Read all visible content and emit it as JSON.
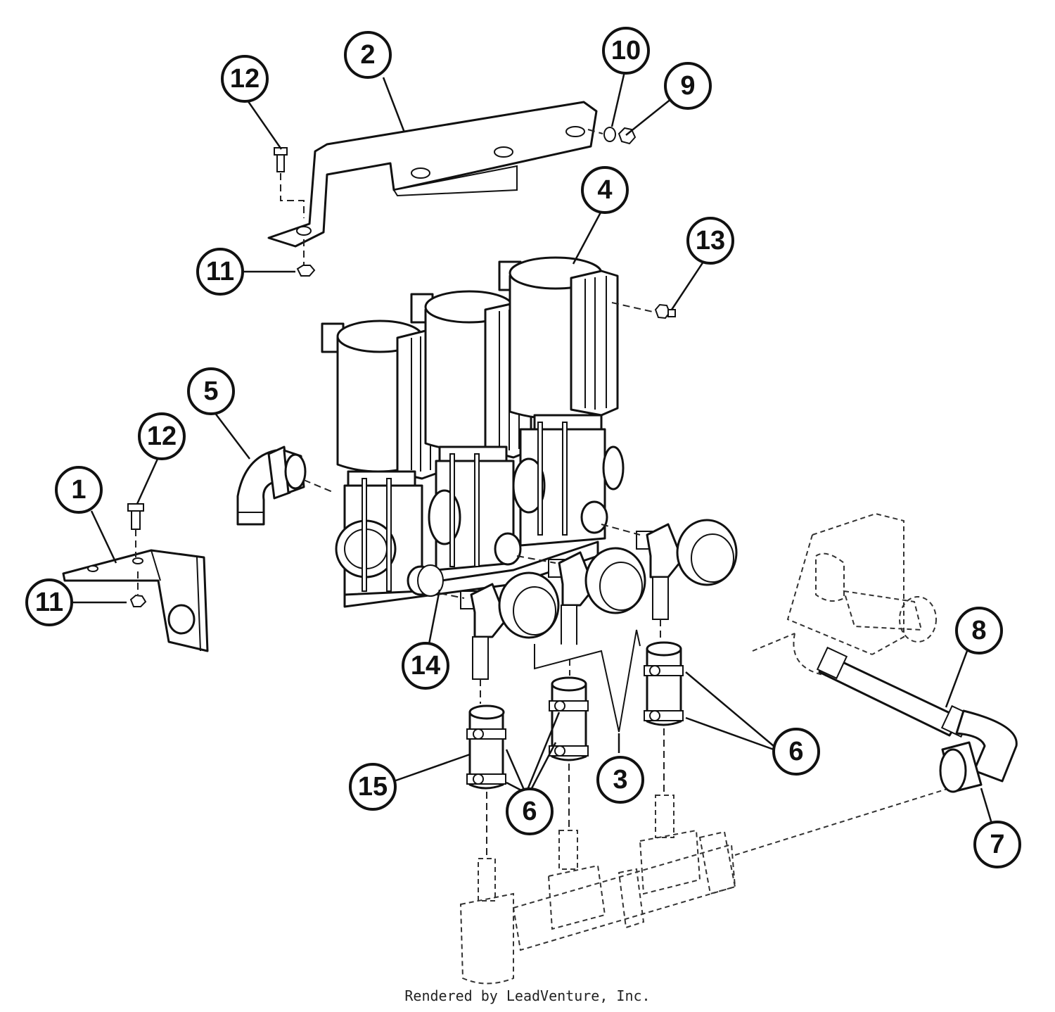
{
  "callouts": {
    "c1": "1",
    "c2": "2",
    "c3": "3",
    "c4": "4",
    "c5": "5",
    "c6a": "6",
    "c6b": "6",
    "c7": "7",
    "c8": "8",
    "c9": "9",
    "c10": "10",
    "c11a": "11",
    "c11b": "11",
    "c12a": "12",
    "c12b": "12",
    "c13": "13",
    "c14": "14",
    "c15": "15"
  },
  "footer": {
    "credit": "Rendered by LeadVenture, Inc."
  }
}
